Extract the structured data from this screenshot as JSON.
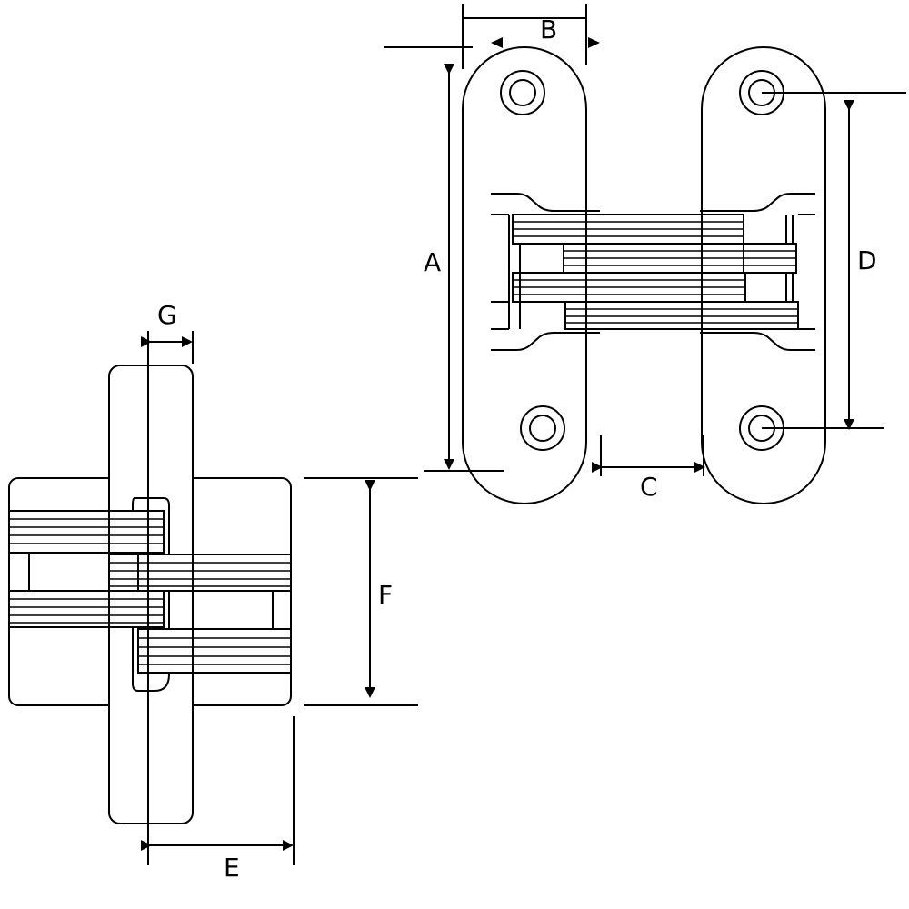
{
  "diagram": {
    "labels": {
      "A": "A",
      "B": "B",
      "C": "C",
      "D": "D",
      "E": "E",
      "F": "F",
      "G": "G"
    }
  },
  "colors": {
    "stroke": "#000000",
    "background": "#ffffff"
  }
}
